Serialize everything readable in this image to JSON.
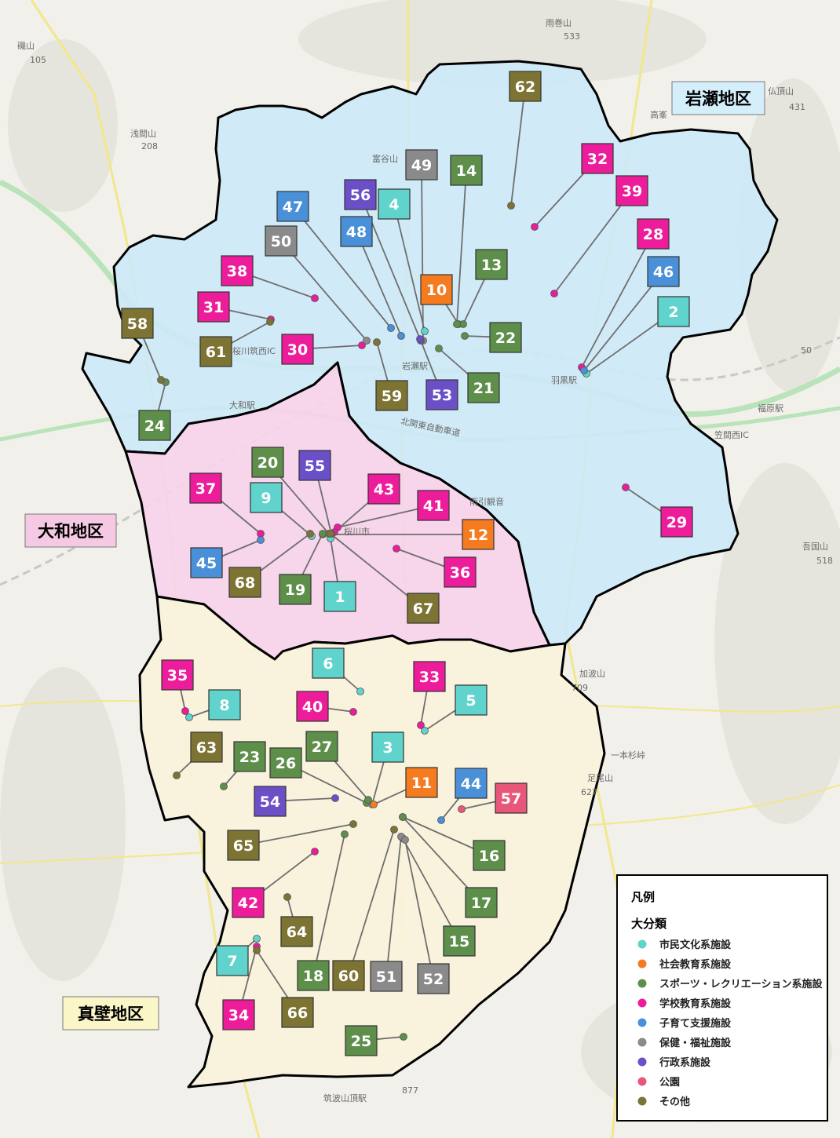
{
  "colors": {
    "culture": "#5fd3cc",
    "social_edu": "#f47b20",
    "sports": "#5e8f4a",
    "school": "#ec1c9a",
    "childcare": "#4a90d9",
    "welfare": "#8a8a8a",
    "admin": "#6a4fc7",
    "park": "#e8567a",
    "other": "#7d7433"
  },
  "districts": [
    {
      "id": "iwase",
      "label": "岩瀬地区",
      "fill": "#cde9f7",
      "label_bg": "#d4eefa"
    },
    {
      "id": "yamato",
      "label": "大和地区",
      "fill": "#f7d3ea",
      "label_bg": "#f5c9e3"
    },
    {
      "id": "makabe",
      "label": "真壁地区",
      "fill": "#faf3dc",
      "label_bg": "#fbf6c8"
    }
  ],
  "places": [
    "雨巻山",
    "533",
    "磯山",
    "105",
    "浅間山",
    "208",
    "富谷山",
    "仏頂山",
    "431",
    "高峯",
    "大和駅",
    "岩瀬駅",
    "羽黒駅",
    "福原駅",
    "笠間西IC",
    "桜川筑西IC",
    "雨引観音",
    "桜川市",
    "吾国山",
    "518",
    "加波山",
    "709",
    "一本杉峠",
    "足尾山",
    "627",
    "筑波山頂駅",
    "877",
    "北関東自動車道",
    "50"
  ],
  "legend": {
    "title": "凡例",
    "subtitle": "大分類",
    "items": [
      {
        "key": "culture",
        "label": "市民文化系施設"
      },
      {
        "key": "social_edu",
        "label": "社会教育系施設"
      },
      {
        "key": "sports",
        "label": "スポーツ・レクリエーション系施設"
      },
      {
        "key": "school",
        "label": "学校教育系施設"
      },
      {
        "key": "childcare",
        "label": "子育て支援施設"
      },
      {
        "key": "welfare",
        "label": "保健・福祉施設"
      },
      {
        "key": "admin",
        "label": "行政系施設"
      },
      {
        "key": "park",
        "label": "公園"
      },
      {
        "key": "other",
        "label": "その他"
      }
    ]
  },
  "facilities": [
    {
      "n": "1",
      "cat": "culture"
    },
    {
      "n": "2",
      "cat": "culture"
    },
    {
      "n": "3",
      "cat": "culture"
    },
    {
      "n": "4",
      "cat": "culture"
    },
    {
      "n": "5",
      "cat": "culture"
    },
    {
      "n": "6",
      "cat": "culture"
    },
    {
      "n": "7",
      "cat": "culture"
    },
    {
      "n": "8",
      "cat": "culture"
    },
    {
      "n": "9",
      "cat": "culture"
    },
    {
      "n": "10",
      "cat": "social_edu"
    },
    {
      "n": "11",
      "cat": "social_edu"
    },
    {
      "n": "12",
      "cat": "social_edu"
    },
    {
      "n": "13",
      "cat": "sports"
    },
    {
      "n": "14",
      "cat": "sports"
    },
    {
      "n": "15",
      "cat": "sports"
    },
    {
      "n": "16",
      "cat": "sports"
    },
    {
      "n": "17",
      "cat": "sports"
    },
    {
      "n": "18",
      "cat": "sports"
    },
    {
      "n": "19",
      "cat": "sports"
    },
    {
      "n": "20",
      "cat": "sports"
    },
    {
      "n": "21",
      "cat": "sports"
    },
    {
      "n": "22",
      "cat": "sports"
    },
    {
      "n": "23",
      "cat": "sports"
    },
    {
      "n": "24",
      "cat": "sports"
    },
    {
      "n": "25",
      "cat": "sports"
    },
    {
      "n": "26",
      "cat": "sports"
    },
    {
      "n": "27",
      "cat": "sports"
    },
    {
      "n": "28",
      "cat": "school"
    },
    {
      "n": "29",
      "cat": "school"
    },
    {
      "n": "30",
      "cat": "school"
    },
    {
      "n": "31",
      "cat": "school"
    },
    {
      "n": "32",
      "cat": "school"
    },
    {
      "n": "33",
      "cat": "school"
    },
    {
      "n": "34",
      "cat": "school"
    },
    {
      "n": "35",
      "cat": "school"
    },
    {
      "n": "36",
      "cat": "school"
    },
    {
      "n": "37",
      "cat": "school"
    },
    {
      "n": "38",
      "cat": "school"
    },
    {
      "n": "39",
      "cat": "school"
    },
    {
      "n": "40",
      "cat": "school"
    },
    {
      "n": "41",
      "cat": "school"
    },
    {
      "n": "42",
      "cat": "school"
    },
    {
      "n": "43",
      "cat": "school"
    },
    {
      "n": "44",
      "cat": "childcare"
    },
    {
      "n": "45",
      "cat": "childcare"
    },
    {
      "n": "46",
      "cat": "childcare"
    },
    {
      "n": "47",
      "cat": "childcare"
    },
    {
      "n": "48",
      "cat": "childcare"
    },
    {
      "n": "49",
      "cat": "welfare"
    },
    {
      "n": "50",
      "cat": "welfare"
    },
    {
      "n": "51",
      "cat": "welfare"
    },
    {
      "n": "52",
      "cat": "welfare"
    },
    {
      "n": "53",
      "cat": "admin"
    },
    {
      "n": "54",
      "cat": "admin"
    },
    {
      "n": "55",
      "cat": "admin"
    },
    {
      "n": "56",
      "cat": "admin"
    },
    {
      "n": "57",
      "cat": "park"
    },
    {
      "n": "58",
      "cat": "other"
    },
    {
      "n": "59",
      "cat": "other"
    },
    {
      "n": "60",
      "cat": "other"
    },
    {
      "n": "61",
      "cat": "other"
    },
    {
      "n": "62",
      "cat": "other"
    },
    {
      "n": "63",
      "cat": "other"
    },
    {
      "n": "64",
      "cat": "other"
    },
    {
      "n": "65",
      "cat": "other"
    },
    {
      "n": "66",
      "cat": "other"
    },
    {
      "n": "67",
      "cat": "other"
    },
    {
      "n": "68",
      "cat": "other"
    }
  ]
}
